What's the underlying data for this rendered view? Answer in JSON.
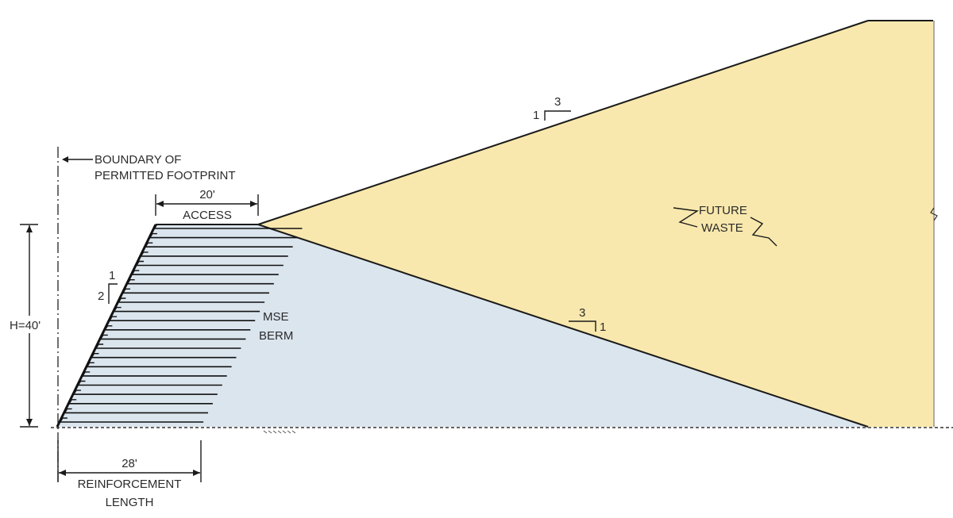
{
  "labels": {
    "boundary_line1": "BOUNDARY OF",
    "boundary_line2": "PERMITTED FOOTPRINT",
    "access_width": "20'",
    "access": "ACCESS",
    "height": "H=40'",
    "berm_slope_run": "1",
    "berm_slope_rise": "2",
    "mse_line1": "MSE",
    "mse_line2": "BERM",
    "reinforcement_width": "28'",
    "reinforcement_line1": "REINFORCEMENT",
    "reinforcement_line2": "LENGTH",
    "top_slope_rise": "1",
    "top_slope_run": "3",
    "waste_line1": "FUTURE",
    "waste_line2": "WASTE",
    "base_slope_run": "3",
    "base_slope_rise": "1"
  },
  "colors": {
    "waste_fill": "#f9e8ad",
    "berm_fill": "#dbe5ee",
    "line": "#1a1a1a"
  },
  "reinforcement": {
    "layer_count": 22
  }
}
